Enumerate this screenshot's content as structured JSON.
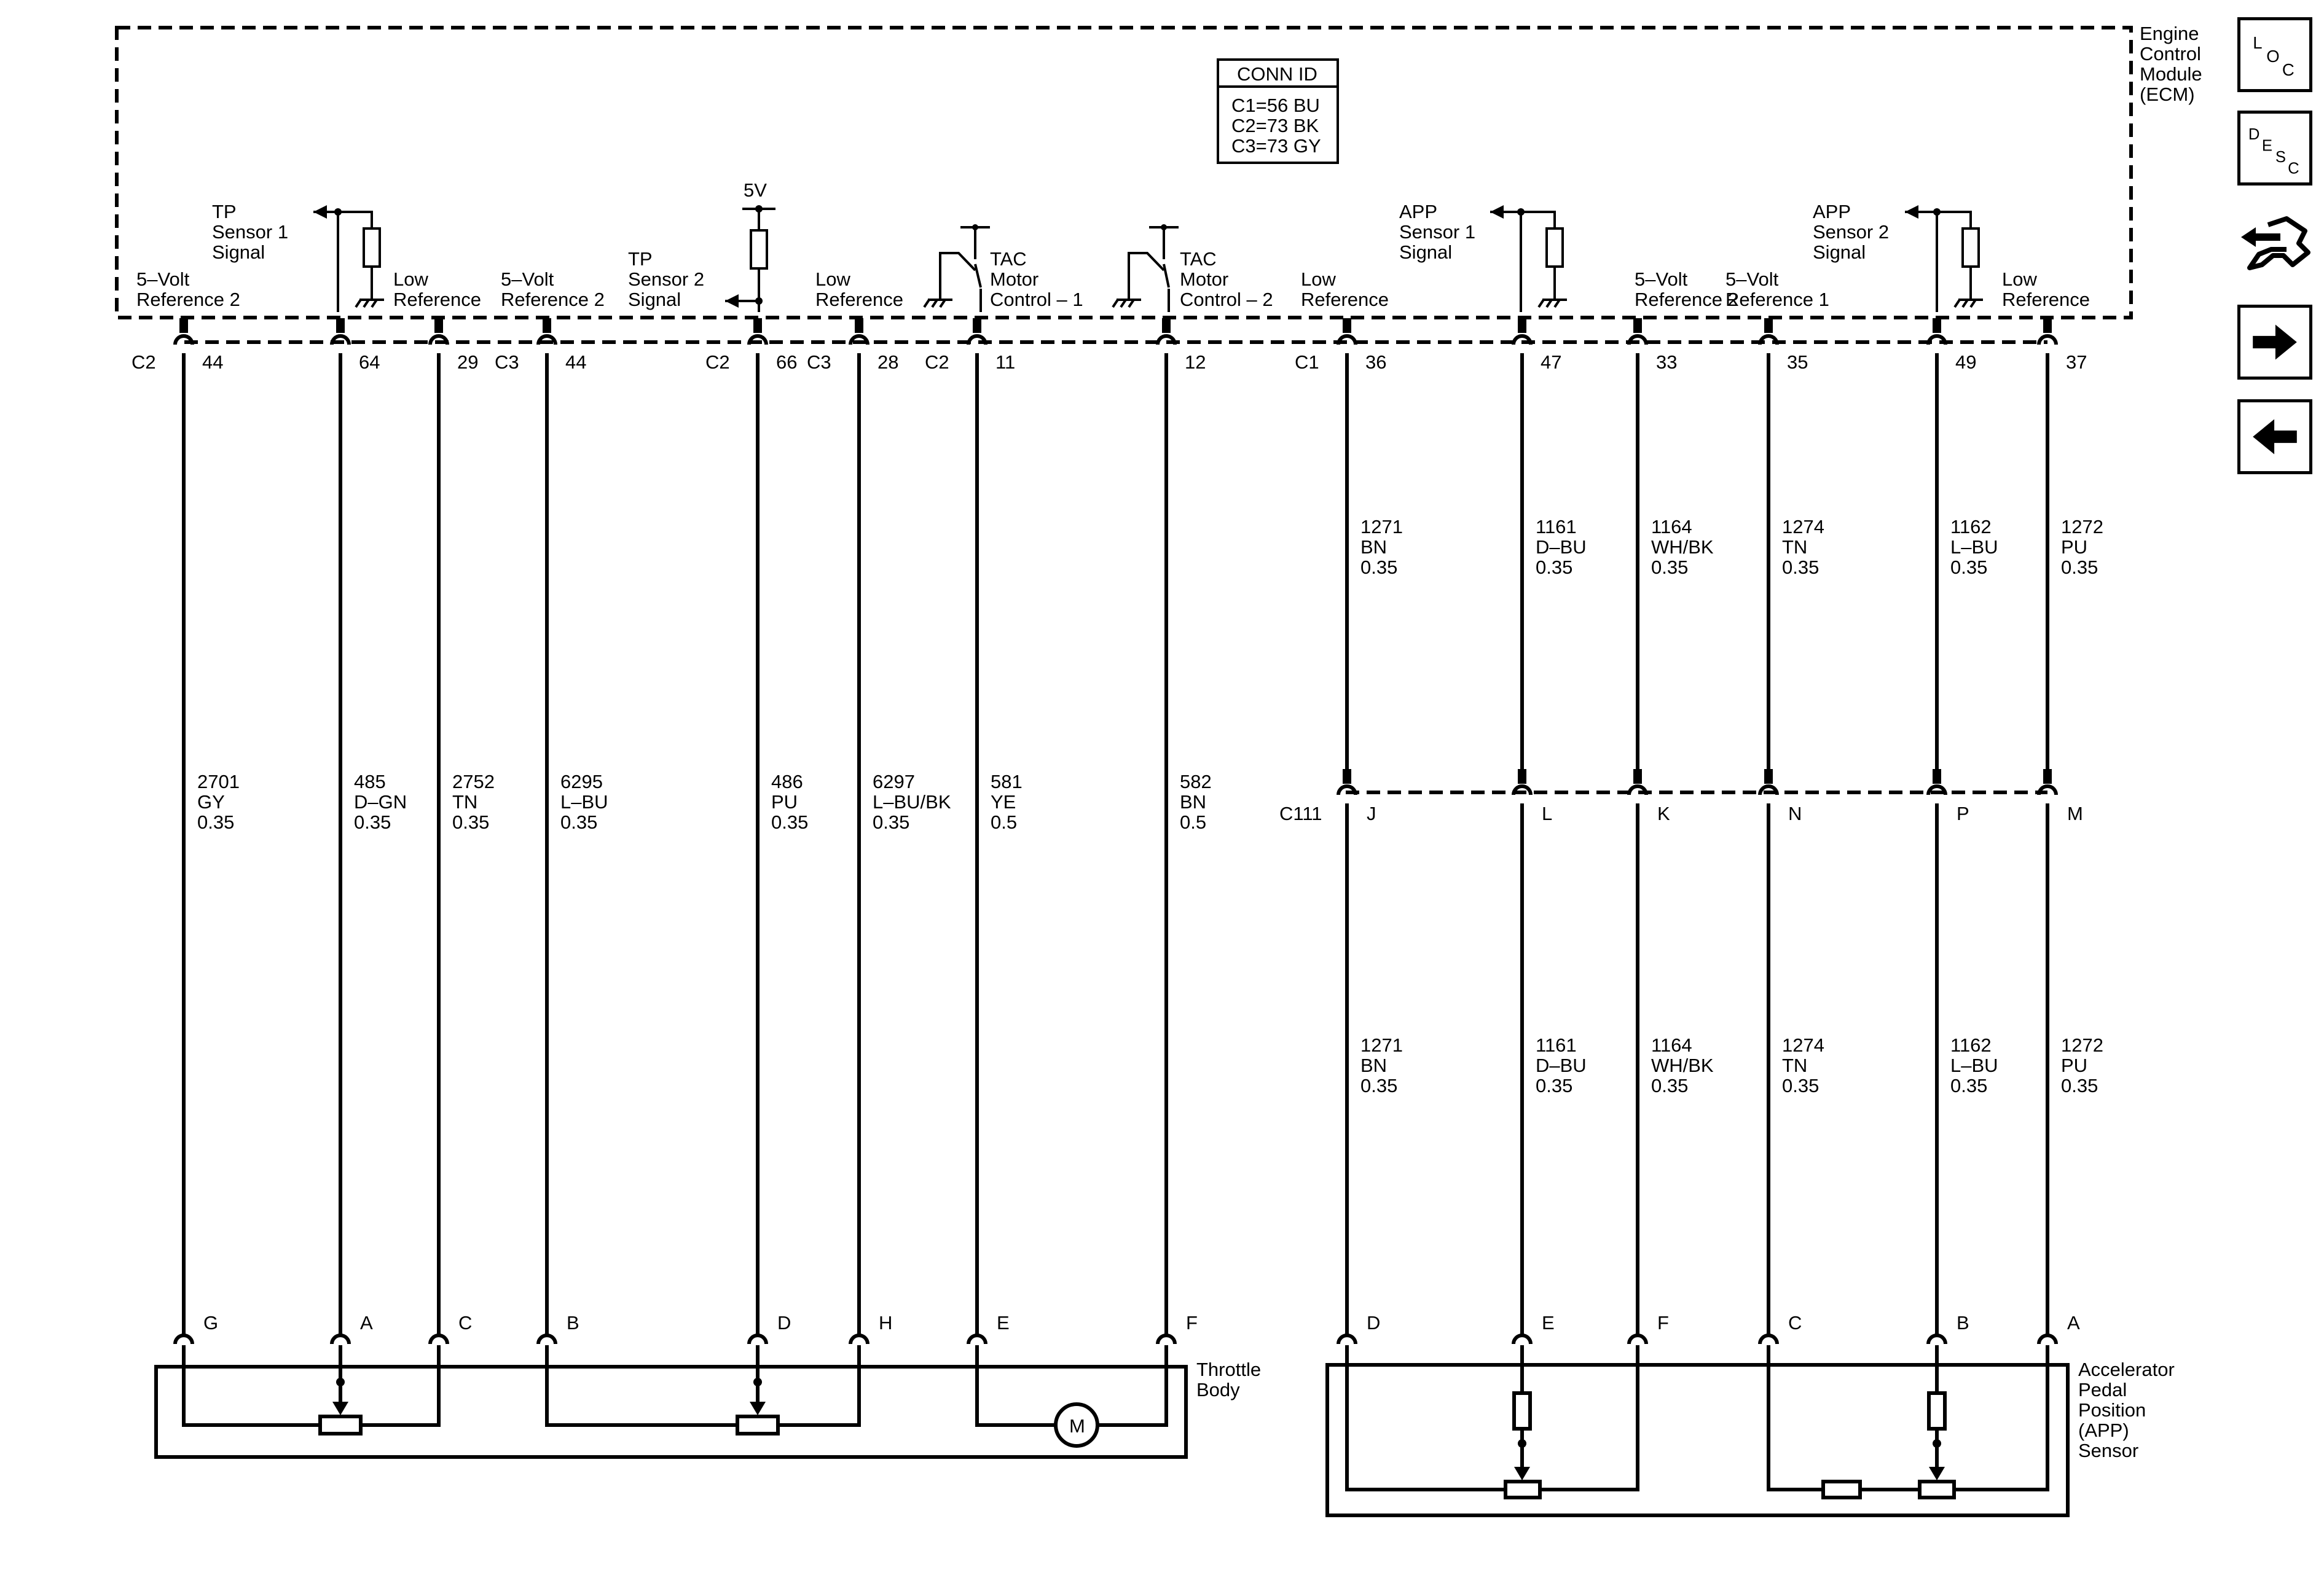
{
  "module": {
    "name_lines": [
      "Engine",
      "Control",
      "Module",
      "(ECM)"
    ],
    "conn_id": {
      "title": "CONN ID",
      "lines": [
        "C1=56 BU",
        "C2=73 BK",
        "C3=73 GY"
      ]
    },
    "voltage_5v": "5V"
  },
  "ecm_labels": {
    "ref2_c2": [
      "5–Volt",
      "Reference 2"
    ],
    "tp1_signal": [
      "TP",
      "Sensor 1",
      "Signal"
    ],
    "low_ref_29": [
      "Low",
      "Reference"
    ],
    "ref2_c3": [
      "5–Volt",
      "Reference 2"
    ],
    "tp2_signal": [
      "TP",
      "Sensor 2",
      "Signal"
    ],
    "low_ref_28": [
      "Low",
      "Reference"
    ],
    "tac1": [
      "TAC",
      "Motor",
      "Control – 1"
    ],
    "tac2": [
      "TAC",
      "Motor",
      "Control – 2"
    ],
    "low_ref_36": [
      "Low",
      "Reference"
    ],
    "app1_signal": [
      "APP",
      "Sensor 1",
      "Signal"
    ],
    "ref2_33": [
      "5–Volt",
      "Reference 2"
    ],
    "ref1_35": [
      "5–Volt",
      "Reference 1"
    ],
    "app2_signal": [
      "APP",
      "Sensor 2",
      "Signal"
    ],
    "low_ref_37": [
      "Low",
      "Reference"
    ]
  },
  "ecm_pins": [
    {
      "conn": "C2",
      "pin": "44"
    },
    {
      "conn": "",
      "pin": "64"
    },
    {
      "conn": "",
      "pin": "29"
    },
    {
      "conn": "C3",
      "pin": "44"
    },
    {
      "conn": "C2",
      "pin": "66"
    },
    {
      "conn": "C3",
      "pin": "28"
    },
    {
      "conn": "C2",
      "pin": "11"
    },
    {
      "conn": "",
      "pin": "12"
    },
    {
      "conn": "C1",
      "pin": "36"
    },
    {
      "conn": "",
      "pin": "47"
    },
    {
      "conn": "",
      "pin": "33"
    },
    {
      "conn": "",
      "pin": "35"
    },
    {
      "conn": "",
      "pin": "49"
    },
    {
      "conn": "",
      "pin": "37"
    }
  ],
  "throttle_wires": [
    {
      "circuit": "2701",
      "color": "GY",
      "gauge": "0.35"
    },
    {
      "circuit": "485",
      "color": "D–GN",
      "gauge": "0.35"
    },
    {
      "circuit": "2752",
      "color": "TN",
      "gauge": "0.35"
    },
    {
      "circuit": "6295",
      "color": "L–BU",
      "gauge": "0.35"
    },
    {
      "circuit": "486",
      "color": "PU",
      "gauge": "0.35"
    },
    {
      "circuit": "6297",
      "color": "L–BU/BK",
      "gauge": "0.35"
    },
    {
      "circuit": "581",
      "color": "YE",
      "gauge": "0.5"
    },
    {
      "circuit": "582",
      "color": "BN",
      "gauge": "0.5"
    }
  ],
  "app_wires": [
    {
      "circuit": "1271",
      "color": "BN",
      "gauge": "0.35"
    },
    {
      "circuit": "1161",
      "color": "D–BU",
      "gauge": "0.35"
    },
    {
      "circuit": "1164",
      "color": "WH/BK",
      "gauge": "0.35"
    },
    {
      "circuit": "1274",
      "color": "TN",
      "gauge": "0.35"
    },
    {
      "circuit": "1162",
      "color": "L–BU",
      "gauge": "0.35"
    },
    {
      "circuit": "1272",
      "color": "PU",
      "gauge": "0.35"
    }
  ],
  "inline_connector": {
    "name": "C111",
    "pins": [
      "J",
      "L",
      "K",
      "N",
      "P",
      "M"
    ]
  },
  "throttle_body": {
    "label_lines": [
      "Throttle",
      "Body"
    ],
    "pins": [
      "G",
      "A",
      "C",
      "B",
      "D",
      "H",
      "E",
      "F"
    ],
    "motor_symbol": "M"
  },
  "app_sensor": {
    "label_lines": [
      "Accelerator",
      "Pedal",
      "Position",
      "(APP)",
      "Sensor"
    ],
    "pins": [
      "D",
      "E",
      "F",
      "C",
      "B",
      "A"
    ]
  },
  "nav": {
    "loc": {
      "l": "L",
      "o": "O",
      "c": "C"
    },
    "desc": {
      "d": "D",
      "e": "E",
      "s": "S",
      "c": "C"
    },
    "icons": [
      "component-locator-icon",
      "description-icon",
      "connector-tool-icon",
      "next-page-icon",
      "previous-page-icon"
    ]
  }
}
